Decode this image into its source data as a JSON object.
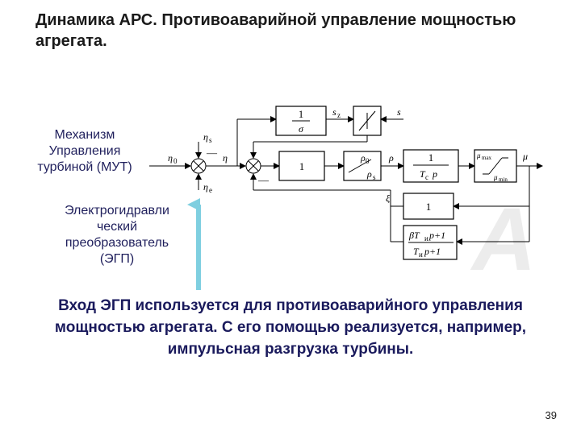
{
  "slide": {
    "title": "Динамика АРС. Противоаварийной управление мощностью агрегата.",
    "labels": {
      "mut": "Механизм Управления турбиной (МУТ)",
      "egp": "Электрогидравли ческий преобразователь (ЭГП)"
    },
    "caption": "Вход ЭГП используется для противоаварийного управления мощностью агрегата. С его помощью реализуется, например, импульсная разгрузка турбины.",
    "page_number": "39"
  },
  "diagram": {
    "signals": {
      "eta_s": "η",
      "eta_s_sub": "s",
      "eta_0": "η",
      "eta_0_sub": "0",
      "eta_e": "η",
      "eta_e_sub": "e",
      "eta": "η",
      "rho": "ρ",
      "mu": "μ",
      "xi": "ξ",
      "s_in": "s",
      "s_z": "s",
      "s_z_sub": "z",
      "minus1": "—",
      "minus2": "—"
    },
    "blocks": {
      "integrator_num": "1",
      "integrator_den": "σ",
      "gain_one": "1",
      "rate_limit_top": "ρ",
      "rate_limit_top_sub": "0",
      "rate_limit_bottom": "ρ",
      "rate_limit_bottom_sub": "s",
      "servo_num": "1",
      "servo_den": "T",
      "servo_den_sub": "c",
      "servo_den_p": "p",
      "limiter_max": "μ",
      "limiter_max_sub": "max",
      "limiter_min": "μ",
      "limiter_min_sub": "min",
      "feedback_one": "1",
      "lead_num": "βT",
      "lead_num_sub": "и",
      "lead_num_tail": "p+1",
      "lead_den": "T",
      "lead_den_sub": "и",
      "lead_den_tail": "p+1"
    },
    "watermark": "A"
  }
}
